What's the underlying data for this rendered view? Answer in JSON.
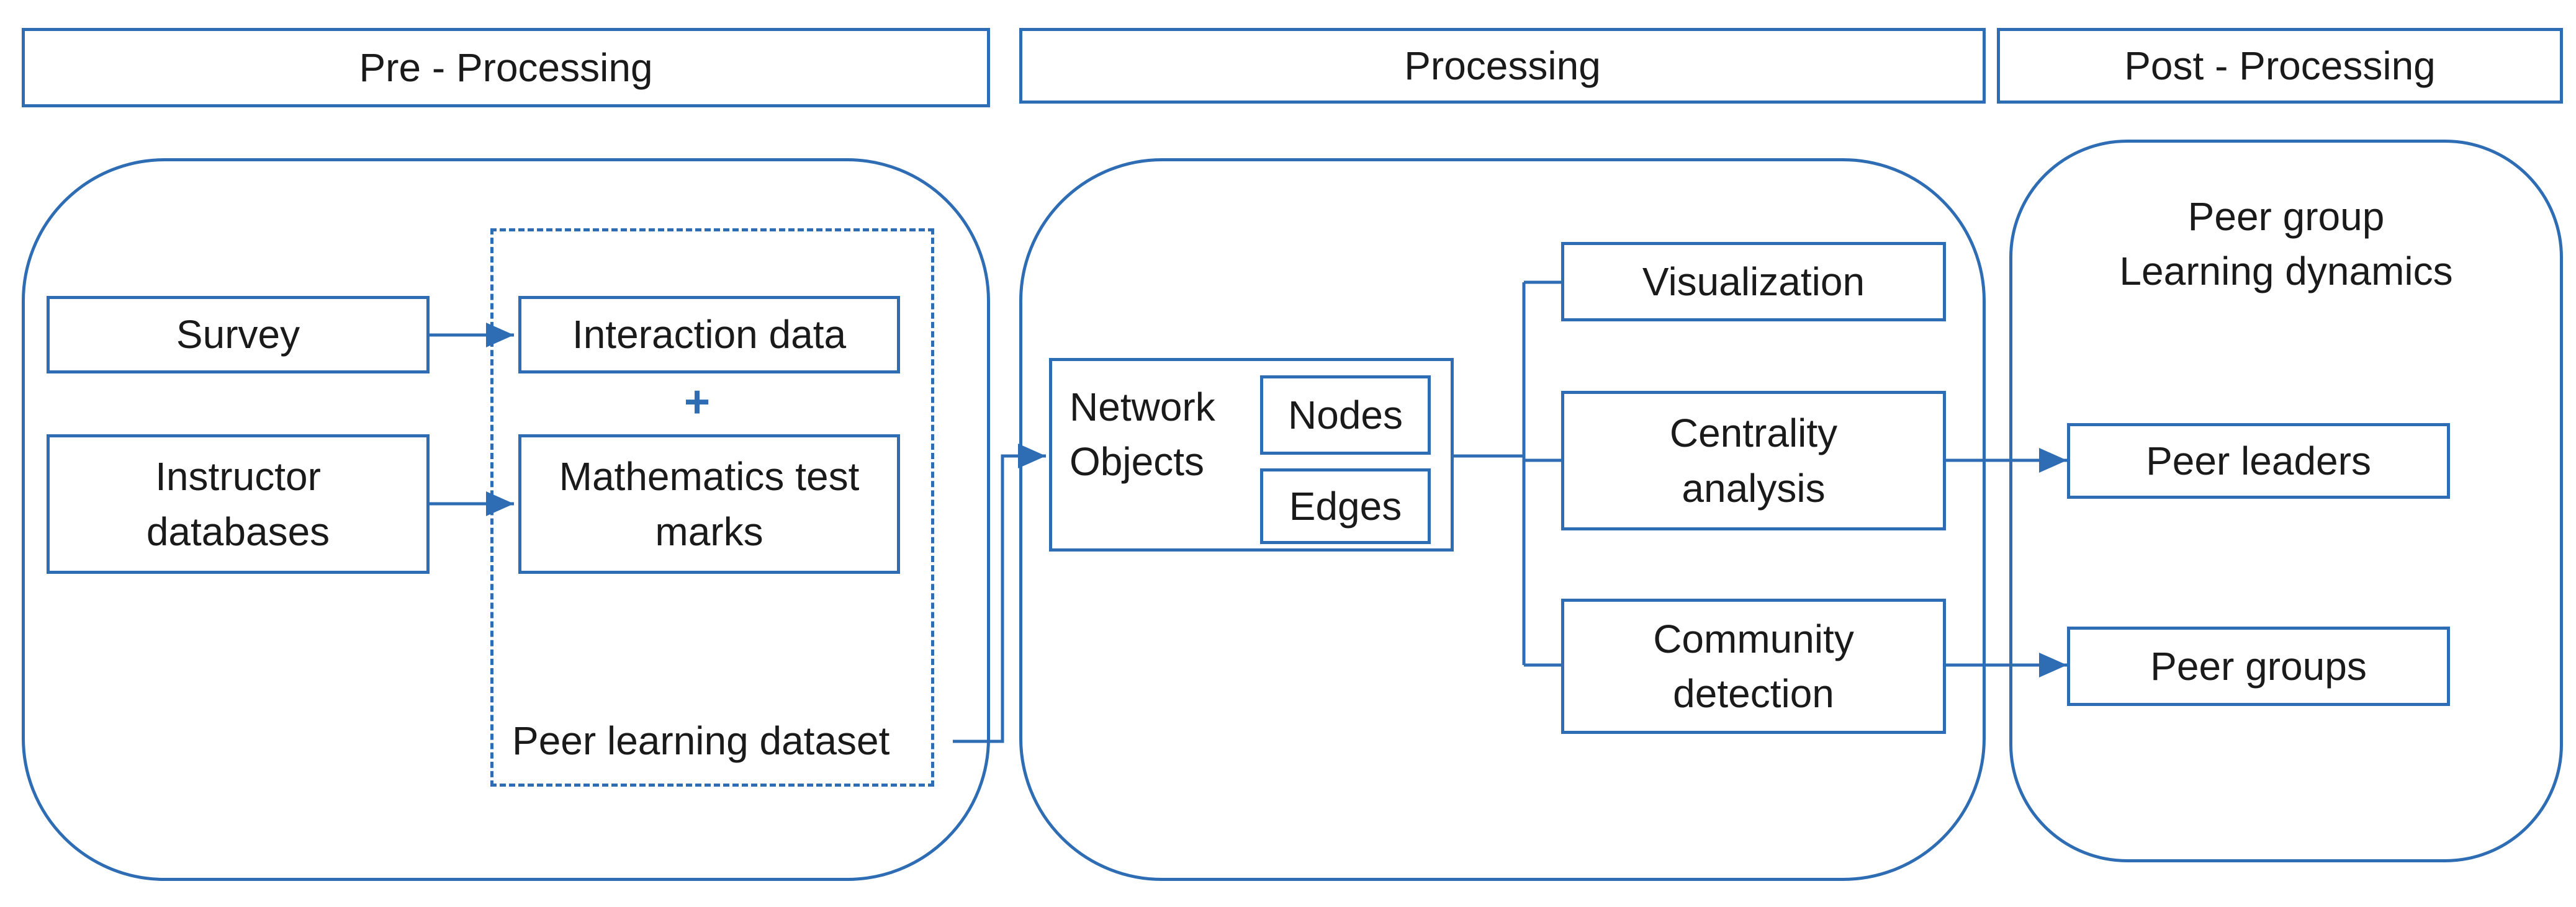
{
  "stages": {
    "pre": "Pre - Processing",
    "processing": "Processing",
    "post": "Post - Processing"
  },
  "pre": {
    "survey": "Survey",
    "instructor_line1": "Instructor",
    "instructor_line2": "databases",
    "interaction": "Interaction data",
    "plus": "+",
    "math_line1": "Mathematics test",
    "math_line2": "marks",
    "dataset": "Peer learning dataset"
  },
  "processing": {
    "network_line1": "Network",
    "network_line2": "Objects",
    "nodes": "Nodes",
    "edges": "Edges",
    "visualization": "Visualization",
    "centrality_line1": "Centrality",
    "centrality_line2": "analysis",
    "community_line1": "Community",
    "community_line2": "detection"
  },
  "post": {
    "title_line1": "Peer group",
    "title_line2": "Learning dynamics",
    "leaders": "Peer leaders",
    "groups": "Peer groups"
  },
  "colors": {
    "stroke": "#2e6db4",
    "text": "#1a1a1a"
  }
}
